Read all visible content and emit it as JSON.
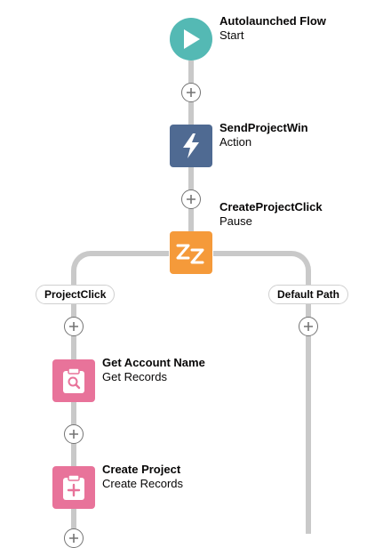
{
  "flow": {
    "start": {
      "title": "Autolaunched Flow",
      "subtitle": "Start",
      "icon": "play-icon",
      "color": "#54b9b4"
    },
    "action": {
      "title": "SendProjectWin",
      "subtitle": "Action",
      "icon": "lightning-icon",
      "color": "#4f6a92"
    },
    "pause": {
      "title": "CreateProjectClick",
      "subtitle": "Pause",
      "icon": "zz-sleep-icon",
      "glyph": "ZZ",
      "color": "#f59a3a"
    },
    "paths": {
      "left": {
        "label": "ProjectClick"
      },
      "right": {
        "label": "Default Path"
      }
    },
    "get_records": {
      "title": "Get Account Name",
      "subtitle": "Get Records",
      "icon": "clipboard-search-icon",
      "color": "#e8739a"
    },
    "create_records": {
      "title": "Create Project",
      "subtitle": "Create Records",
      "icon": "clipboard-add-icon",
      "color": "#e8739a"
    }
  },
  "colors": {
    "connector": "#c9c9c9",
    "add_button_border": "#747474"
  }
}
